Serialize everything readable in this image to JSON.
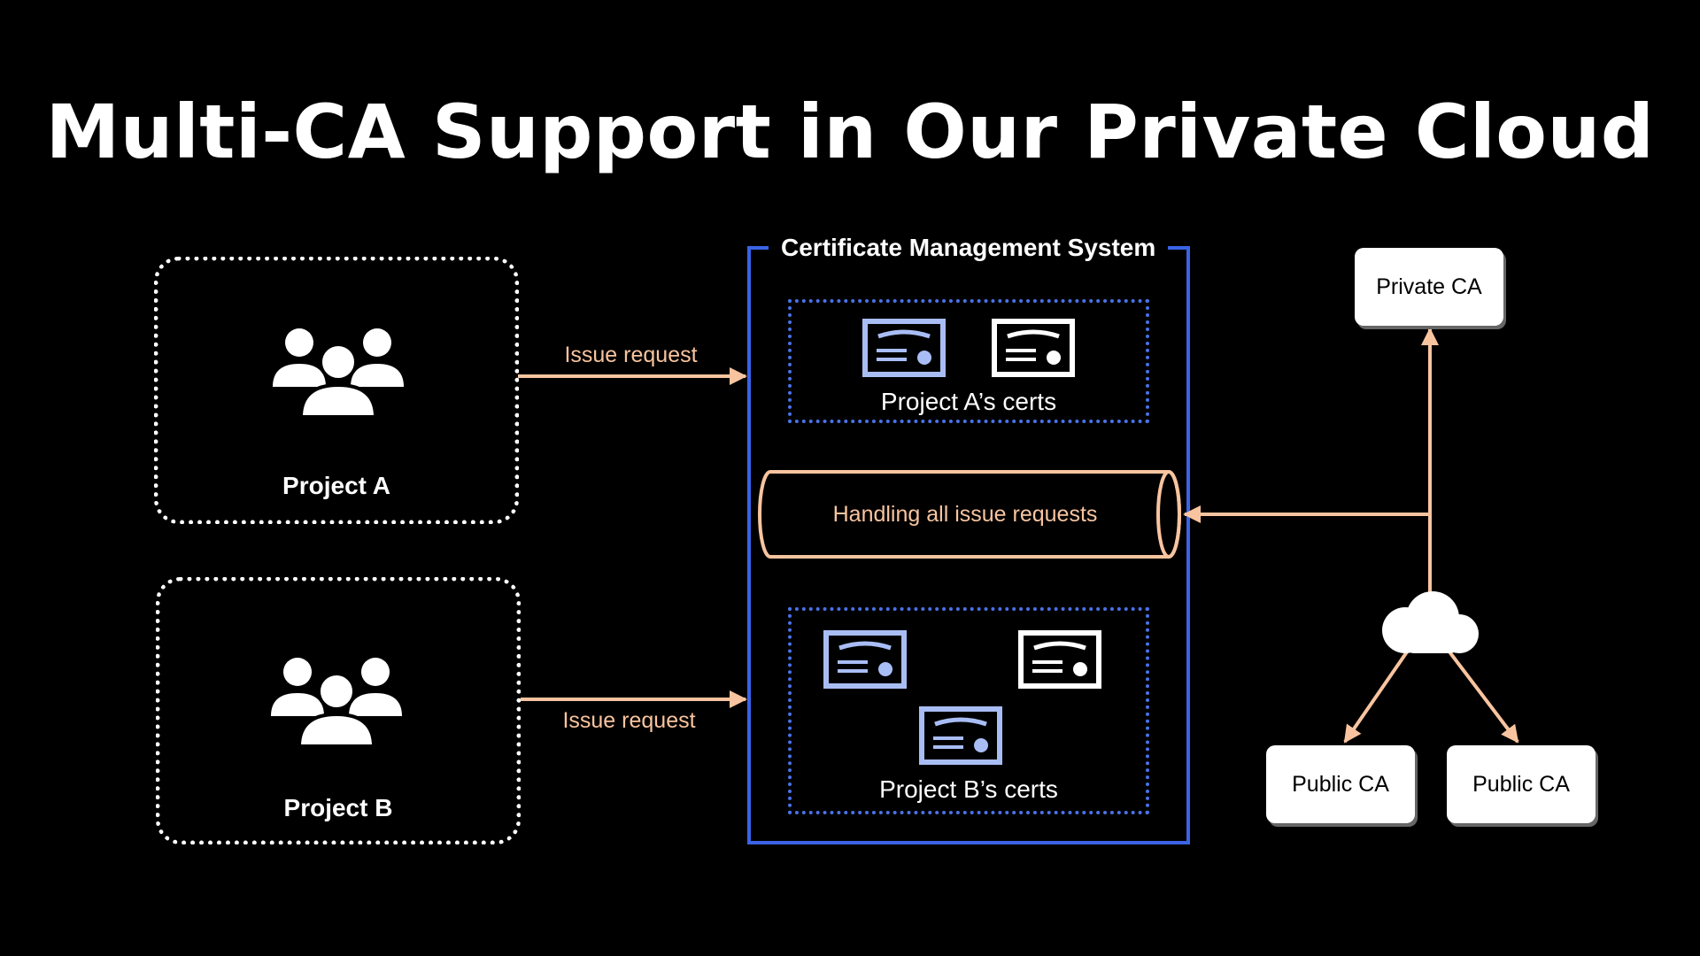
{
  "title": "Multi-CA Support in Our Private Cloud",
  "projects": [
    {
      "label": "Project A",
      "request_label": "Issue request"
    },
    {
      "label": "Project B",
      "request_label": "Issue request"
    }
  ],
  "cms": {
    "title": "Certificate Management System",
    "project_a_certs_label": "Project A’s certs",
    "project_b_certs_label": "Project B’s certs",
    "pipe_label": "Handling all issue requests"
  },
  "cas": {
    "private": "Private CA",
    "public_1": "Public CA",
    "public_2": "Public CA"
  },
  "icons": [
    "people-icon",
    "certificate-icon",
    "cloud-icon"
  ],
  "colors": {
    "background": "#000000",
    "accent_blue": "#3a63e6",
    "arrow_orange": "#f8c49f",
    "cert_blue": "#a9bdf5"
  }
}
